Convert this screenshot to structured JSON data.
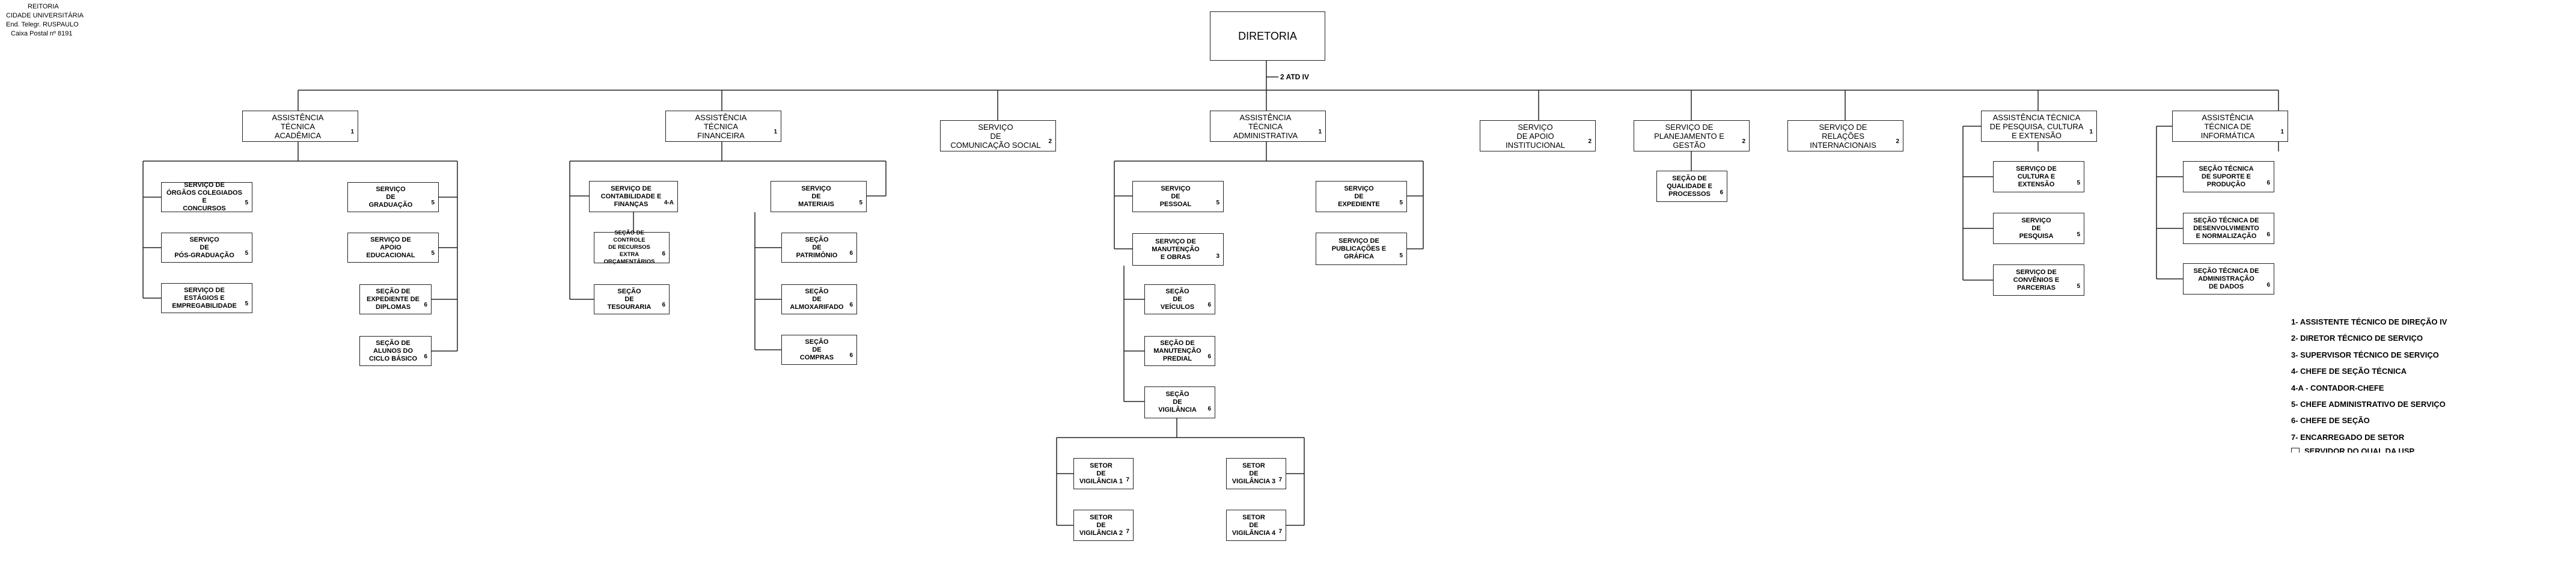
{
  "header": {
    "line1": "REITORIA",
    "line2": "CIDADE UNIVERSITÁRIA",
    "line3": "End. Telegr. RUSPAULO",
    "line4": "Caixa Postal nº 8191"
  },
  "top": {
    "title": "DIRETORIA",
    "link_label": "2 ATD IV"
  },
  "level1": {
    "academica": {
      "label": "ASSISTÊNCIA\nTÉCNICA\nACADÊMICA",
      "code": "1"
    },
    "financeira": {
      "label": "ASSISTÊNCIA\nTÉCNICA\nFINANCEIRA",
      "code": "1"
    },
    "comunicacao": {
      "label": "SERVIÇO\nDE\nCOMUNICAÇÃO SOCIAL",
      "code": "2"
    },
    "administrativa": {
      "label": "ASSISTÊNCIA\nTÉCNICA\nADMINISTRATIVA",
      "code": "1"
    },
    "apoio": {
      "label": "SERVIÇO\nDE APOIO\nINSTITUCIONAL",
      "code": "2"
    },
    "planejamento": {
      "label": "SERVIÇO DE\nPLANEJAMENTO E\nGESTÃO",
      "code": "2"
    },
    "relacoes": {
      "label": "SERVIÇO DE\nRELAÇÕES\nINTERNACIONAIS",
      "code": "2"
    },
    "pesquisa": {
      "label": "ASSISTÊNCIA TÉCNICA\nDE PESQUISA, CULTURA\nE EXTENSÃO",
      "code": "1"
    },
    "informatica": {
      "label": "ASSISTÊNCIA\nTÉCNICA DE\nINFORMÁTICA",
      "code": "1"
    }
  },
  "academica_units": {
    "orgaos": {
      "label": "SERVIÇO DE\nÓRGÃOS COLEGIADOS E\nCONCURSOS",
      "code": "5"
    },
    "posgrad": {
      "label": "SERVIÇO\nDE\nPÓS-GRADUAÇÃO",
      "code": "5"
    },
    "estagios": {
      "label": "SERVIÇO DE\nESTÁGIOS E\nEMPREGABILIDADE",
      "code": "5"
    },
    "graduacao": {
      "label": "SERVIÇO\nDE\nGRADUAÇÃO",
      "code": "5"
    },
    "apoio_educ": {
      "label": "SERVIÇO DE\nAPOIO\nEDUCACIONAL",
      "code": "5"
    },
    "diplomas": {
      "label": "SEÇÃO DE\nEXPEDIENTE DE\nDIPLOMAS",
      "code": "6"
    },
    "ciclo": {
      "label": "SEÇÃO DE\nALUNOS DO\nCICLO BÁSICO",
      "code": "6"
    }
  },
  "financeira_units": {
    "contabilidade": {
      "label": "SERVIÇO DE\nCONTABILIDADE E\nFINANÇAS",
      "code": "4-A"
    },
    "controle": {
      "label": "SEÇÃO DE CONTROLE\nDE RECURSOS EXTRA\nORÇAMENTÁRIOS",
      "code": "6"
    },
    "tesouraria": {
      "label": "SEÇÃO\nDE\nTESOURARIA",
      "code": "6"
    },
    "materiais": {
      "label": "SERVIÇO\nDE\nMATERIAIS",
      "code": "5"
    },
    "patrimonio": {
      "label": "SEÇÃO\nDE\nPATRIMÔNIO",
      "code": "6"
    },
    "almoxarifado": {
      "label": "SEÇÃO\nDE\nALMOXARIFADO",
      "code": "6"
    },
    "compras": {
      "label": "SEÇÃO\nDE\nCOMPRAS",
      "code": "6"
    }
  },
  "administrativa_units": {
    "pessoal": {
      "label": "SERVIÇO\nDE\nPESSOAL",
      "code": "5"
    },
    "manutencao": {
      "label": "SERVIÇO DE\nMANUTENÇÃO\nE OBRAS",
      "code": "3"
    },
    "veiculos": {
      "label": "SEÇÃO\nDE\nVEÍCULOS",
      "code": "6"
    },
    "predial": {
      "label": "SEÇÃO DE\nMANUTENÇÃO\nPREDIAL",
      "code": "6"
    },
    "vigilancia": {
      "label": "SEÇÃO\nDE\nVIGILÂNCIA",
      "code": "6"
    },
    "expediente": {
      "label": "SERVIÇO\nDE\nEXPEDIENTE",
      "code": "5"
    },
    "publicacoes": {
      "label": "SERVIÇO DE\nPUBLICAÇÕES E\nGRÁFICA",
      "code": "5"
    }
  },
  "vigilancia_sectors": {
    "v1": {
      "label": "SETOR\nDE\nVIGILÂNCIA 1",
      "code": "7"
    },
    "v2": {
      "label": "SETOR\nDE\nVIGILÂNCIA 2",
      "code": "7"
    },
    "v3": {
      "label": "SETOR\nDE\nVIGILÂNCIA 3",
      "code": "7"
    },
    "v4": {
      "label": "SETOR\nDE\nVIGILÂNCIA 4",
      "code": "7"
    }
  },
  "planejamento_units": {
    "qualidade": {
      "label": "SEÇÃO DE\nQUALIDADE E\nPROCESSOS",
      "code": "6"
    }
  },
  "pesquisa_units": {
    "cultura": {
      "label": "SERVIÇO DE\nCULTURA E\nEXTENSÃO",
      "code": "5"
    },
    "pesquisa": {
      "label": "SERVIÇO\nDE\nPESQUISA",
      "code": "5"
    },
    "convenios": {
      "label": "SERVIÇO DE\nCONVÊNIOS E\nPARCERIAS",
      "code": "5"
    }
  },
  "informatica_units": {
    "suporte": {
      "label": "SEÇÃO TÉCNICA\nDE SUPORTE E\nPRODUÇÃO",
      "code": "6"
    },
    "desenvolvimento": {
      "label": "SEÇÃO TÉCNICA DE\nDESENVOLVIMENTO\nE NORMALIZAÇÃO",
      "code": "6"
    },
    "dados": {
      "label": "SEÇÃO TÉCNICA DE\nADMINISTRAÇÃO\nDE DADOS",
      "code": "6"
    }
  },
  "legend": [
    "1- ASSISTENTE TÉCNICO DE DIREÇÃO IV",
    "2- DIRETOR TÉCNICO DE SERVIÇO",
    "3- SUPERVISOR TÉCNICO DE SERVIÇO",
    "4- CHEFE DE SEÇÃO TÉCNICA",
    "4-A - CONTADOR-CHEFE",
    "5- CHEFE ADMINISTRATIVO DE SERVIÇO",
    "6- CHEFE DE SEÇÃO",
    "7- ENCARREGADO DE SETOR",
    "SERVIDOR DO QUAL DA USP"
  ]
}
